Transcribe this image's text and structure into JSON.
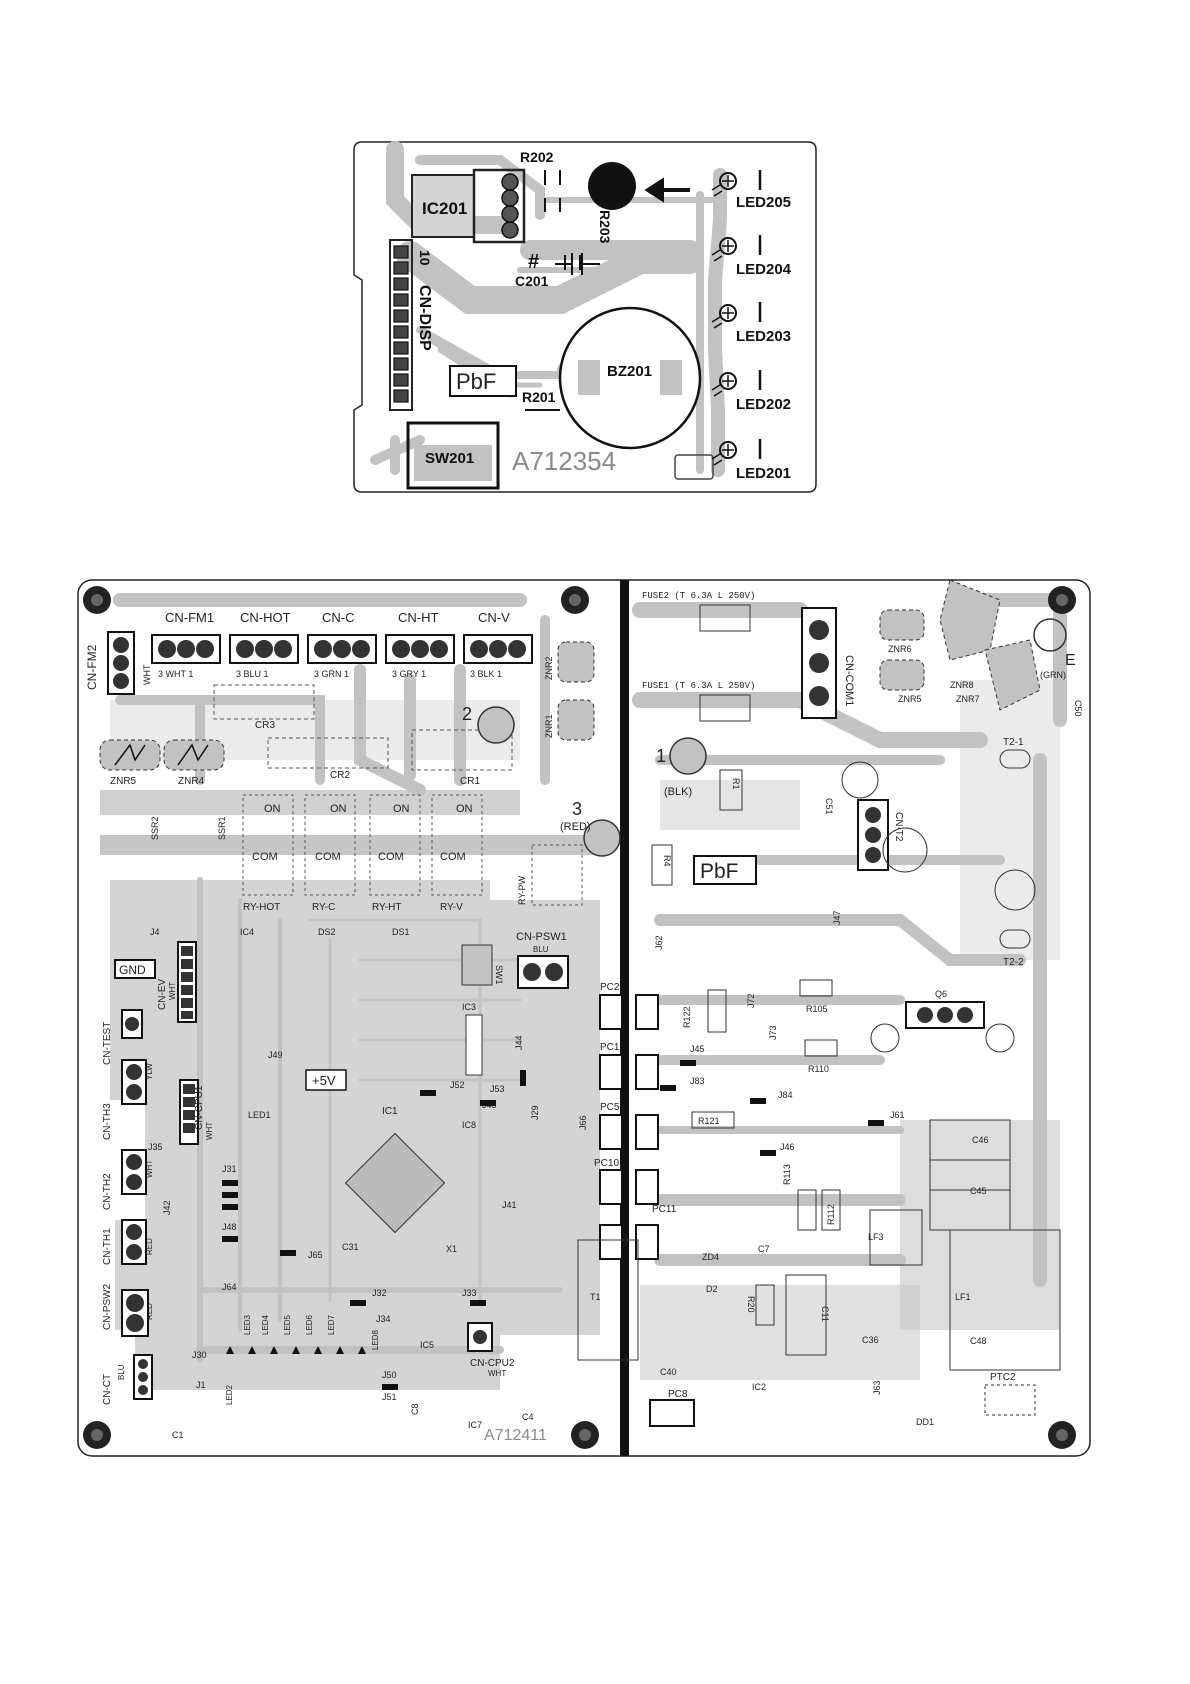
{
  "display_board": {
    "components": {
      "r202": "R202",
      "ic201": "IC201",
      "r203": "R203",
      "c201": "C201",
      "cn_disp": "CN-DISP",
      "pin_10": "10",
      "pbf": "PbF",
      "r201": "R201",
      "bz201": "BZ201",
      "sw201": "SW201"
    },
    "leds": [
      "LED205",
      "LED204",
      "LED203",
      "LED202",
      "LED201"
    ],
    "board_id": "A712354"
  },
  "main_board": {
    "connectors_top": [
      {
        "name": "CN-FM1",
        "pins": "3 WHT 1"
      },
      {
        "name": "CN-HOT",
        "pins": "3 BLU 1"
      },
      {
        "name": "CN-C",
        "pins": "3 GRN 1"
      },
      {
        "name": "CN-HT",
        "pins": "3 GRY 1"
      },
      {
        "name": "CN-V",
        "pins": "3 BLK 1"
      }
    ],
    "cn_fm2": "CN-FM2",
    "cn_fm2_wire": "WHT",
    "fuse2": "FUSE2 (T 6.3A L 250V)",
    "fuse1": "FUSE1 (T 6.3A L 250V)",
    "cn_com1": "CN-COM1",
    "e_label": "E",
    "grn_label": "(GRN)",
    "znr_labels": [
      "ZNR6",
      "ZNR5",
      "ZNR8",
      "ZNR7",
      "ZNR1",
      "ZNR2",
      "ZNR5",
      "ZNR4"
    ],
    "cr_labels": [
      "CR3",
      "CR2",
      "CR1"
    ],
    "relays": [
      {
        "name": "RY-HOT",
        "on": "ON",
        "com": "COM"
      },
      {
        "name": "RY-C",
        "on": "ON",
        "com": "COM"
      },
      {
        "name": "RY-HT",
        "on": "ON",
        "com": "COM"
      },
      {
        "name": "RY-V",
        "on": "ON",
        "com": "COM"
      }
    ],
    "ssr_labels": [
      "SSR2",
      "SSR1"
    ],
    "blk_label": "(BLK)",
    "red_label": "(RED)",
    "num_1": "1",
    "num_2": "2",
    "num_3": "3",
    "pbf": "PbF",
    "ry_pw": "RY-PW",
    "cn_psw1": "CN-PSW1",
    "cn_psw1_wire": "BLU",
    "t2_1": "T2-1",
    "t2_2": "T2-2",
    "cn_t2": "CN-T2",
    "c51": "C51",
    "c50": "C50",
    "r1": "R1",
    "r4": "R4",
    "j47": "J47",
    "j62": "J62",
    "j72": "J72",
    "j73": "J73",
    "r105": "R105",
    "r110": "R110",
    "r122": "R122",
    "j45": "J45",
    "q6": "Q6",
    "j83": "J83",
    "j84": "J84",
    "j61": "J61",
    "r121": "R121",
    "j46": "J46",
    "c46": "C46",
    "c45": "C45",
    "c48": "C48",
    "lf3": "LF3",
    "lf1": "LF1",
    "r113": "R113",
    "r112": "R112",
    "pc_labels": [
      "PC2",
      "PC1",
      "PC5",
      "PC10",
      "PC11",
      "PC8"
    ],
    "zd4": "ZD4",
    "c7": "C7",
    "d2": "D2",
    "r20": "R20",
    "c11": "C11",
    "c36": "C36",
    "t1": "T1",
    "c40": "C40",
    "ic2": "IC2",
    "j63": "J63",
    "dd1": "DD1",
    "ptc2": "PTC2",
    "gnd": "GND",
    "cn_ev": "CN-EV",
    "cn_ev_wire": "WHT",
    "cn_test": "CN-TEST",
    "cn_th3": "CN-TH3",
    "cn_th3_wire": "YLW",
    "cn_cpu1": "CN-CPU1",
    "cn_cpu1_wire": "WHT",
    "cn_th2": "CN-TH2",
    "cn_th2_wire": "WHT",
    "cn_th1": "CN-TH1",
    "cn_th1_wire": "RED",
    "cn_psw2": "CN-PSW2",
    "cn_psw2_wire": "RED",
    "cn_ct": "CN-CT",
    "cn_ct_wire": "BLU",
    "j4": "J4",
    "ic4": "IC4",
    "ds2": "DS2",
    "ds1": "DS1",
    "sw1": "SW1",
    "ic3": "IC3",
    "j49": "J49",
    "v5": "+5V",
    "led1": "LED1",
    "ic1": "IC1",
    "ic8": "IC8",
    "j52": "J52",
    "j53": "J53",
    "j44": "J44",
    "j43": "J43",
    "j35": "J35",
    "j42": "J42",
    "j48": "J48",
    "j64": "J64",
    "j31": "J31",
    "j30": "J30",
    "j1": "J1",
    "j41": "J41",
    "j32": "J32",
    "j33": "J33",
    "j34": "J34",
    "j50": "J50",
    "j51": "J51",
    "j66": "J66",
    "j65": "J65",
    "j29": "J29",
    "ic5": "IC5",
    "ic7": "IC7",
    "c31": "C31",
    "c4": "C4",
    "c1": "C1",
    "x1": "X1",
    "c8": "C8",
    "cn_cpu2": "CN-CPU2",
    "cn_cpu2_wire": "WHT",
    "led_labels": [
      "LED2",
      "LED3",
      "LED4",
      "LED5",
      "LED6",
      "LED7",
      "LED8"
    ],
    "board_id": "A712411"
  }
}
